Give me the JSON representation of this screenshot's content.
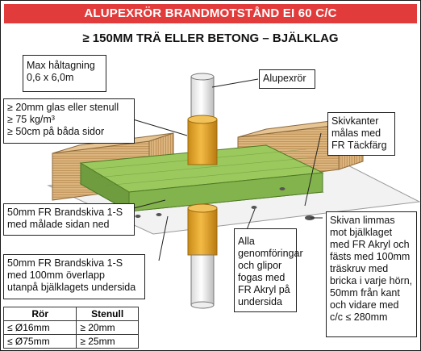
{
  "header": {
    "title": "ALUPEXRÖR BRANDMOTSTÅND EI 60 C/C"
  },
  "subtitle": {
    "bold_part": "≥ 150MM",
    "rest": "TRÄ ELLER BETONG – BJÄLKLAG"
  },
  "labels": {
    "max_opening": [
      "Max håltagning",
      "0,6 x 6,0m"
    ],
    "pipe": "Alupexrör",
    "insulation": [
      "≥ 20mm glas eller stenull",
      "≥ 75 kg/m³",
      "≥ 50cm på båda sidor"
    ],
    "edges": [
      "Skivkanter",
      "målas med",
      "FR Täckfärg"
    ],
    "board_upper": [
      "50mm FR Brandskiva 1-S",
      "med målade sidan ned"
    ],
    "glue": [
      "Skivan limmas",
      "mot bjälklaget",
      "med FR Akryl och",
      "fästs med 100mm",
      "träskruv med",
      "bricka i varje hörn,",
      "50mm från kant",
      "och vidare med",
      "c/c ≤ 280mm"
    ],
    "board_lower": [
      "50mm FR Brandskiva 1-S",
      "med 100mm överlapp",
      "utanpå bjälklagets undersida"
    ],
    "penetrations": [
      "Alla",
      "genomföringar",
      "och glipor",
      "fogas med",
      "FR Akryl på",
      "undersida"
    ]
  },
  "table": {
    "headers": [
      "Rör",
      "Stenull"
    ],
    "rows": [
      [
        "≤ Ø16mm",
        "≥ 20mm"
      ],
      [
        "≤ Ø75mm",
        "≥ 25mm"
      ]
    ]
  },
  "colors": {
    "title_bg": "#e23b3b",
    "wood": "#d8b27a",
    "board": "#8dbb4f",
    "pipe_wrap": "#e3a52b"
  }
}
